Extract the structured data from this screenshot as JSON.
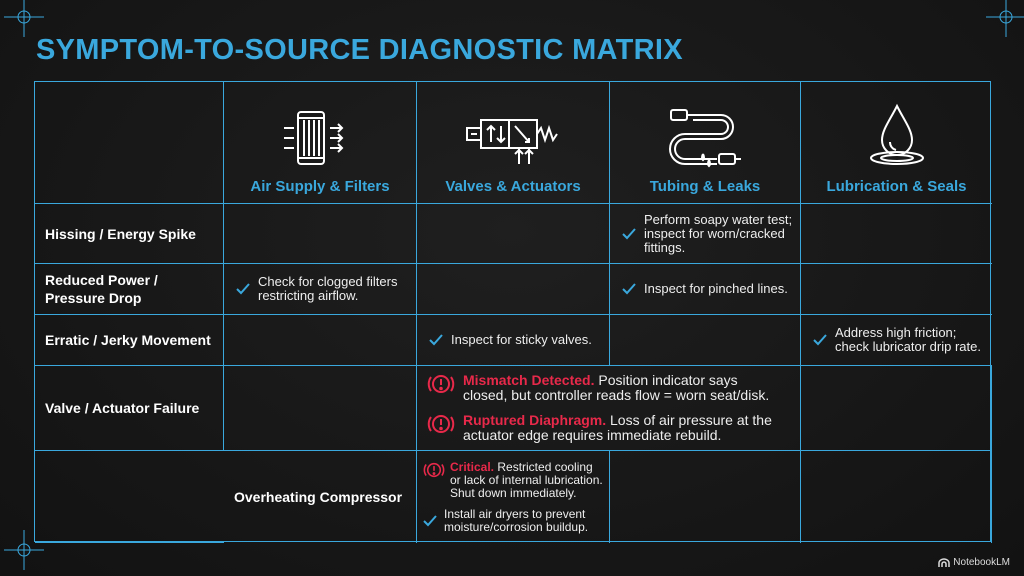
{
  "title": "SYMPTOM-TO-SOURCE DIAGNOSTIC MATRIX",
  "columns": [
    {
      "label": "Air Supply & Filters",
      "icon": "filter-icon"
    },
    {
      "label": "Valves & Actuators",
      "icon": "valve-icon"
    },
    {
      "label": "Tubing & Leaks",
      "icon": "tubing-icon"
    },
    {
      "label": "Lubrication & Seals",
      "icon": "oil-drop-icon"
    }
  ],
  "rows": [
    {
      "label_line1": "Hissing / Energy Spike",
      "label_line2": ""
    },
    {
      "label_line1": "Reduced Power /",
      "label_line2": "Pressure Drop"
    },
    {
      "label_line1": "Erratic / Jerky Movement",
      "label_line2": ""
    },
    {
      "label_line1": "Valve / Actuator Failure",
      "label_line2": ""
    },
    {
      "label_line1": "Overheating Compressor",
      "label_line2": ""
    }
  ],
  "cells": {
    "hissing_tubing": {
      "line1": "Perform soapy water test;",
      "line2": "inspect for worn/cracked",
      "line3": "fittings."
    },
    "pressure_air": {
      "line1": "Check for clogged filters",
      "line2": "restricting airflow."
    },
    "pressure_tubing": {
      "line1": "Inspect for pinched lines."
    },
    "erratic_valves": {
      "line1": "Inspect for sticky valves."
    },
    "erratic_lube": {
      "line1": "Address high friction;",
      "line2": "check lubricator drip rate."
    },
    "valve_failure": {
      "alert1_key": "Mismatch Detected.",
      "alert1_line1": " Position indicator says",
      "alert1_line2": "closed, but controller reads flow = worn seat/disk.",
      "alert2_key": "Ruptured Diaphragm.",
      "alert2_line1": " Loss of air pressure at the",
      "alert2_line2": "actuator edge requires immediate rebuild."
    },
    "overheat_air": {
      "alert_key": "Critical.",
      "alert_line1": " Restricted cooling",
      "alert_line2": "or lack of internal lubrication.",
      "alert_line3": "Shut down immediately.",
      "tip_line1": "Install air dryers to prevent",
      "tip_line2": "moisture/corrosion buildup."
    }
  },
  "watermark": "NotebookLM",
  "colors": {
    "accent": "#3aa8dd",
    "alert": "#e8294a",
    "background": "#141414"
  }
}
